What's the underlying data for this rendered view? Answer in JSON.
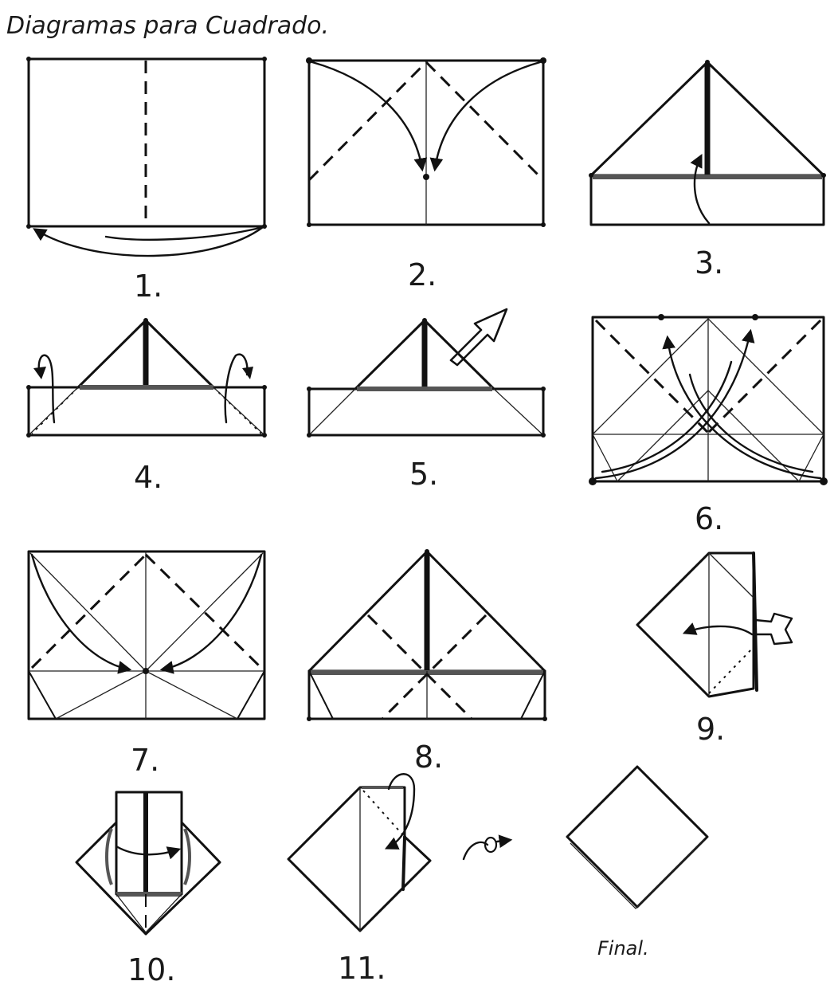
{
  "title": "Diagramas para Cuadrado.",
  "steps": [
    {
      "label": "1."
    },
    {
      "label": "2."
    },
    {
      "label": "3."
    },
    {
      "label": "4."
    },
    {
      "label": "5."
    },
    {
      "label": "6."
    },
    {
      "label": "7."
    },
    {
      "label": "8."
    },
    {
      "label": "9."
    },
    {
      "label": "10."
    },
    {
      "label": "11."
    },
    {
      "label": "Final."
    }
  ],
  "colors": {
    "ink": "#111111",
    "paper": "#ffffff"
  }
}
